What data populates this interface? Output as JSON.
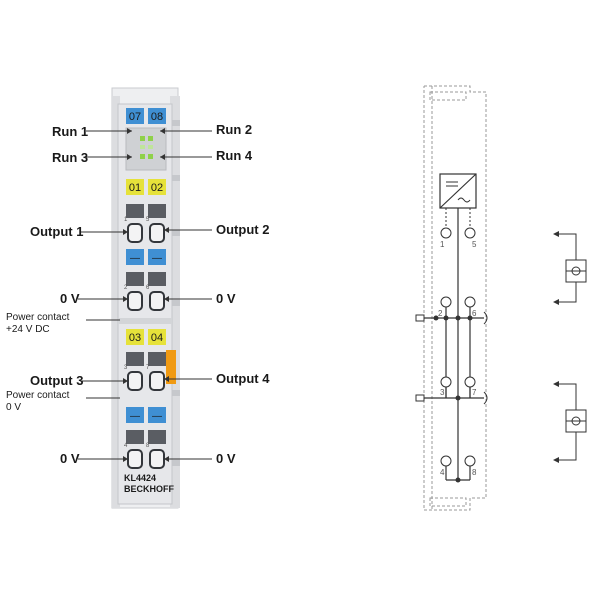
{
  "colors": {
    "housing": "#e6e7ea",
    "housing_dark": "#c9cbcf",
    "badge_blue": "#3f8fd3",
    "badge_yellow": "#e6e23a",
    "led_green": "#8fd14a",
    "orange": "#f09a13",
    "wire": "#333333",
    "dashed": "#999999"
  },
  "terminal": {
    "badges": {
      "top_left": "07",
      "top_right": "08",
      "row1_left": "01",
      "row1_right": "02",
      "row2_left": "—",
      "row2_right": "—",
      "row3_left": "03",
      "row3_right": "04",
      "row4_left": "—",
      "row4_right": "—"
    },
    "model": "KL4424",
    "brand": "BECKHOFF",
    "pins": [
      "1",
      "5",
      "2",
      "6",
      "3",
      "7",
      "4",
      "8"
    ]
  },
  "labels": {
    "run1": "Run 1",
    "run2": "Run 2",
    "run3": "Run 3",
    "run4": "Run 4",
    "output1": "Output 1",
    "output2": "Output 2",
    "zero_v_left_1": "0 V",
    "zero_v_right_1": "0 V",
    "power_contact_24v_line1": "Power contact",
    "power_contact_24v_line2": "+24 V DC",
    "output3": "Output 3",
    "output4": "Output 4",
    "power_contact_0v_line1": "Power contact",
    "power_contact_0v_line2": "0 V",
    "zero_v_left_2": "0 V",
    "zero_v_right_2": "0 V"
  },
  "schematic": {
    "pins_top": [
      "1",
      "5"
    ],
    "pins_2": [
      "2",
      "6"
    ],
    "pins_3": [
      "3",
      "7"
    ],
    "pins_4": [
      "4",
      "8"
    ]
  }
}
